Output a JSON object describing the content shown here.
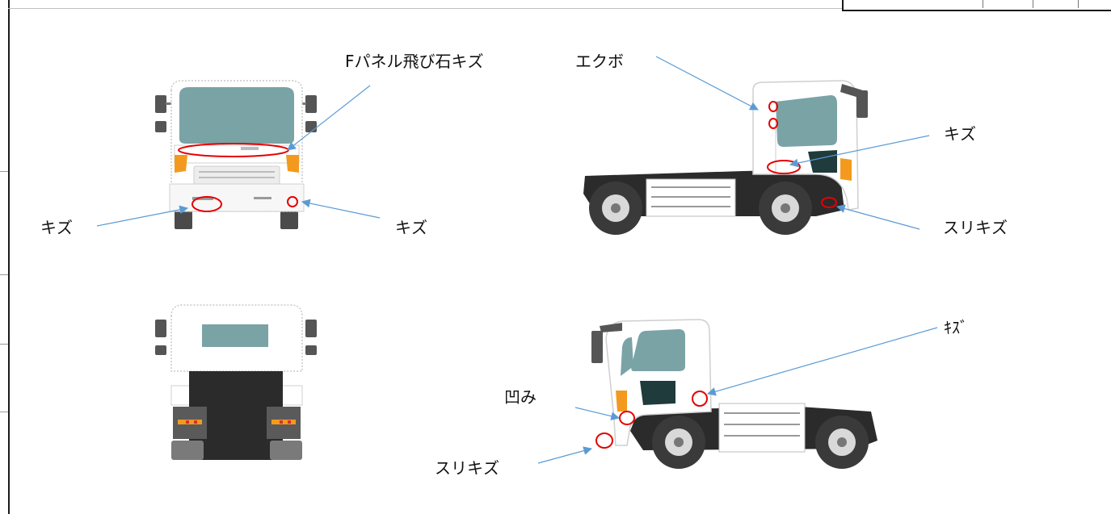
{
  "labels": {
    "front_panel": "Fパネル飛び石キズ",
    "ekubo": "エクボ",
    "front_left_kizu": "キズ",
    "front_right_kizu": "キズ",
    "right_side_kizu": "キズ",
    "right_side_surikizu": "スリキズ",
    "left_side_kizu": "ｷｽﾞ",
    "left_side_hekomi": "凹み",
    "left_side_surikizu": "スリキズ"
  },
  "colors": {
    "marker": "#e60000",
    "arrow": "#5b9bd5",
    "glass": "#7aa3a6",
    "cab_white": "#ffffff",
    "chassis_dark": "#2b2b2b",
    "amber": "#f39a1e"
  }
}
